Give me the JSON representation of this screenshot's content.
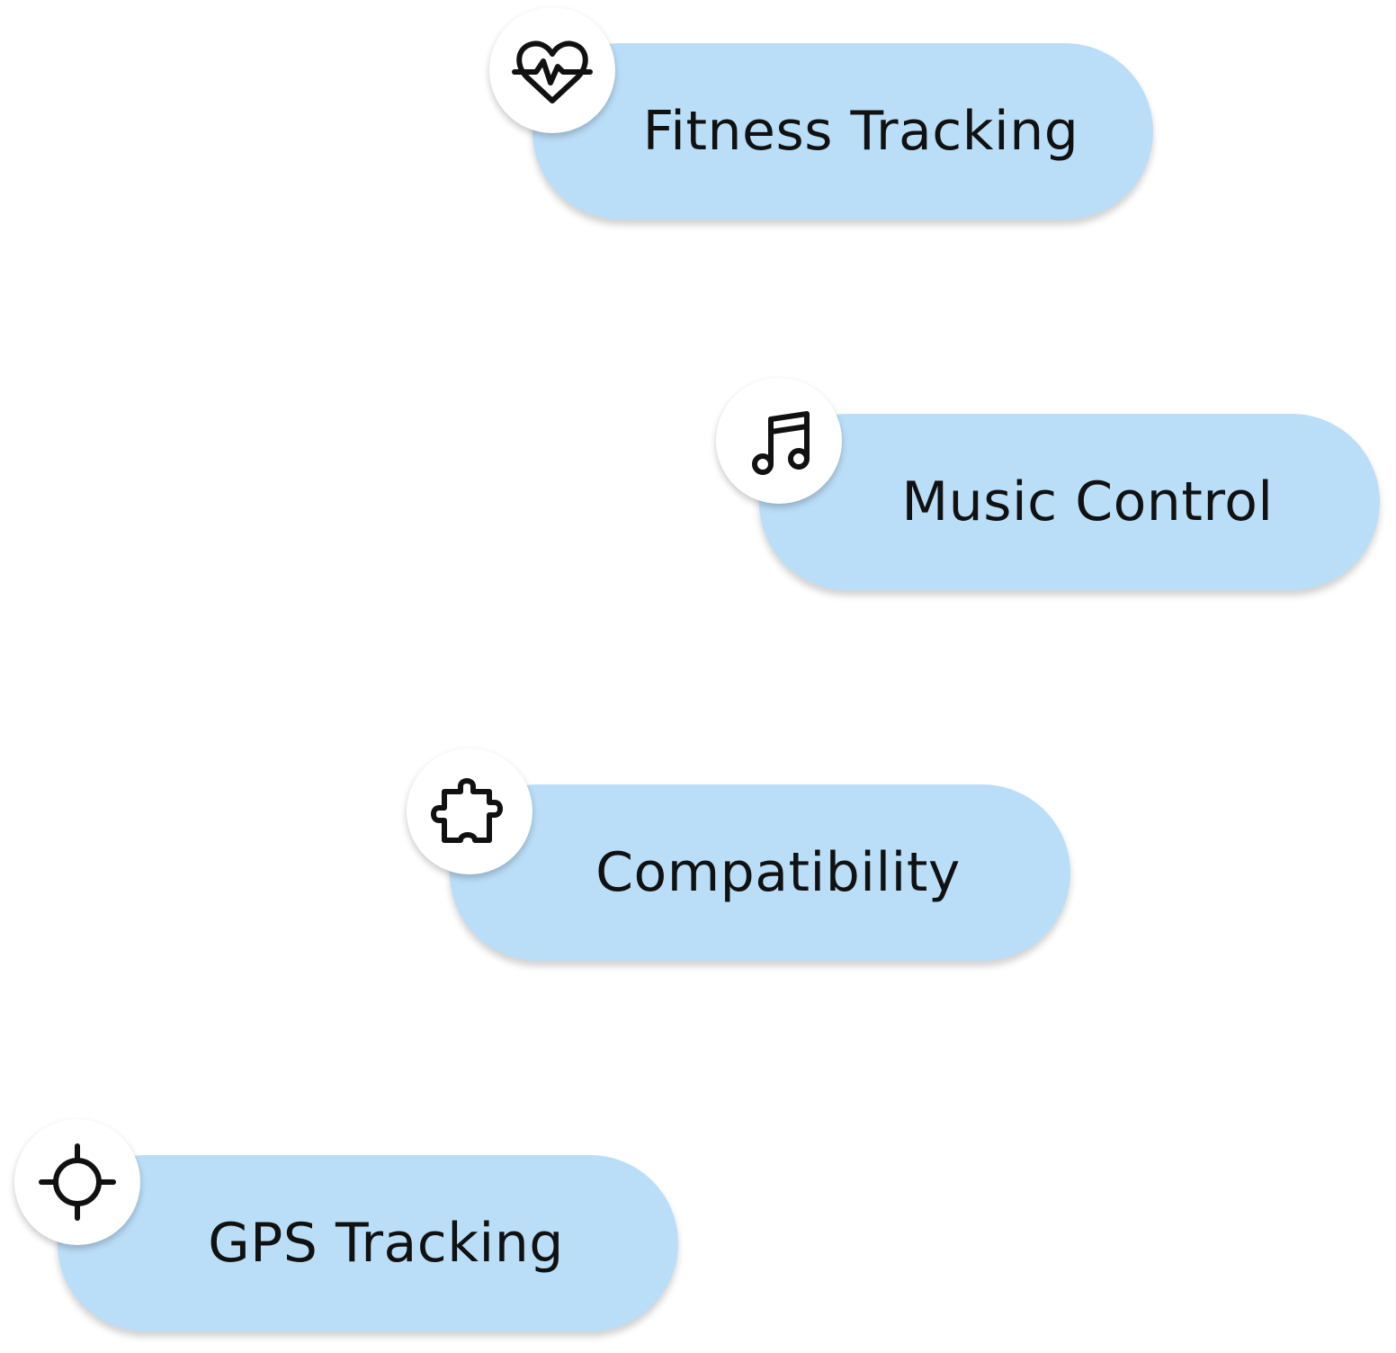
{
  "features": [
    {
      "label": "Fitness Tracking",
      "icon": "heart-pulse-icon"
    },
    {
      "label": "Music Control",
      "icon": "music-note-icon"
    },
    {
      "label": "Compatibility",
      "icon": "puzzle-piece-icon"
    },
    {
      "label": "GPS Tracking",
      "icon": "crosshair-icon"
    }
  ],
  "colors": {
    "pill_background": "#bbdef8",
    "badge_background": "#ffffff",
    "text": "#111111",
    "icon_stroke": "#111111"
  }
}
